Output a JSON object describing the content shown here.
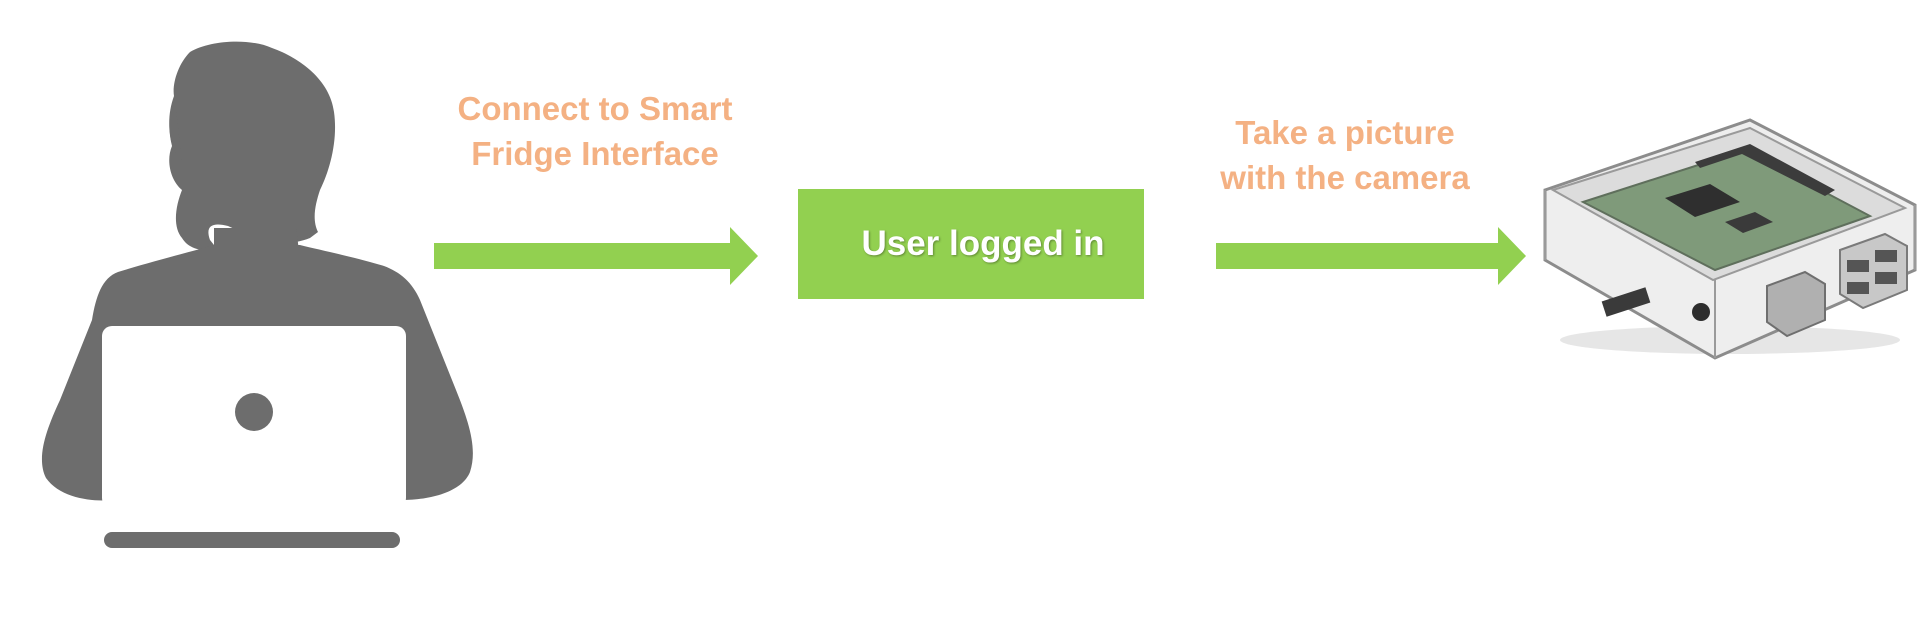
{
  "colors": {
    "accent_green": "#92d050",
    "label_orange": "#f4b183",
    "silhouette_gray": "#6d6d6d"
  },
  "icons": [
    "user-with-laptop-icon",
    "raspberry-pi-device-icon",
    "arrow-right-icon"
  ],
  "steps": [
    {
      "label_lines": [
        "Connect to Smart",
        "Fridge Interface"
      ]
    },
    {
      "label_lines": [
        "Take a picture",
        "with the camera"
      ]
    }
  ],
  "status_box": {
    "text": "User logged in"
  }
}
